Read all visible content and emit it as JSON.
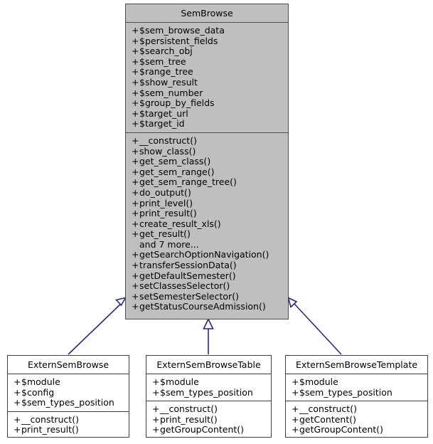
{
  "diagram": {
    "type": "uml-class-inheritance",
    "colors": {
      "root_fill": "#bfbfbf",
      "subclass_fill": "#ffffff",
      "border": "#404040",
      "connector": "#28287f",
      "background": "#ffffff"
    }
  },
  "classes": {
    "root": {
      "name": "SemBrowse",
      "attributes": [
        {
          "visibility": "+",
          "label": "$sem_browse_data"
        },
        {
          "visibility": "+",
          "label": "$persistent_fields"
        },
        {
          "visibility": "+",
          "label": "$search_obj"
        },
        {
          "visibility": "+",
          "label": "$sem_tree"
        },
        {
          "visibility": "+",
          "label": "$range_tree"
        },
        {
          "visibility": "+",
          "label": "$show_result"
        },
        {
          "visibility": "+",
          "label": "$sem_number"
        },
        {
          "visibility": "+",
          "label": "$group_by_fields"
        },
        {
          "visibility": "+",
          "label": "$target_url"
        },
        {
          "visibility": "+",
          "label": "$target_id"
        }
      ],
      "methods": [
        {
          "visibility": "+",
          "label": "__construct()"
        },
        {
          "visibility": "+",
          "label": "show_class()"
        },
        {
          "visibility": "+",
          "label": "get_sem_class()"
        },
        {
          "visibility": "+",
          "label": "get_sem_range()"
        },
        {
          "visibility": "+",
          "label": "get_sem_range_tree()"
        },
        {
          "visibility": "+",
          "label": "do_output()"
        },
        {
          "visibility": "+",
          "label": "print_level()"
        },
        {
          "visibility": "+",
          "label": "print_result()"
        },
        {
          "visibility": "+",
          "label": "create_result_xls()"
        },
        {
          "visibility": "+",
          "label": "get_result()"
        },
        {
          "visibility": "",
          "label": "and 7 more..."
        },
        {
          "visibility": "+",
          "label": "getSearchOptionNavigation()"
        },
        {
          "visibility": "+",
          "label": "transferSessionData()"
        },
        {
          "visibility": "+",
          "label": "getDefaultSemester()"
        },
        {
          "visibility": "+",
          "label": "setClassesSelector()"
        },
        {
          "visibility": "+",
          "label": "setSemesterSelector()"
        },
        {
          "visibility": "+",
          "label": "getStatusCourseAdmission()"
        }
      ]
    },
    "subclasses": [
      {
        "name": "ExternSemBrowse",
        "attributes": [
          {
            "visibility": "+",
            "label": "$module"
          },
          {
            "visibility": "+",
            "label": "$config"
          },
          {
            "visibility": "+",
            "label": "$sem_types_position"
          }
        ],
        "methods": [
          {
            "visibility": "+",
            "label": "__construct()"
          },
          {
            "visibility": "+",
            "label": "print_result()"
          }
        ]
      },
      {
        "name": "ExternSemBrowseTable",
        "attributes": [
          {
            "visibility": "+",
            "label": "$module"
          },
          {
            "visibility": "+",
            "label": "$sem_types_position"
          }
        ],
        "methods": [
          {
            "visibility": "+",
            "label": "__construct()"
          },
          {
            "visibility": "+",
            "label": "print_result()"
          },
          {
            "visibility": "+",
            "label": "getGroupContent()"
          }
        ]
      },
      {
        "name": "ExternSemBrowseTemplate",
        "attributes": [
          {
            "visibility": "+",
            "label": "$module"
          },
          {
            "visibility": "+",
            "label": "$sem_types_position"
          }
        ],
        "methods": [
          {
            "visibility": "+",
            "label": "__construct()"
          },
          {
            "visibility": "+",
            "label": "getContent()"
          },
          {
            "visibility": "+",
            "label": "getGroupContent()"
          }
        ]
      }
    ]
  },
  "relations": [
    {
      "kind": "generalization",
      "from": "ExternSemBrowse",
      "to": "SemBrowse"
    },
    {
      "kind": "generalization",
      "from": "ExternSemBrowseTable",
      "to": "SemBrowse"
    },
    {
      "kind": "generalization",
      "from": "ExternSemBrowseTemplate",
      "to": "SemBrowse"
    }
  ]
}
